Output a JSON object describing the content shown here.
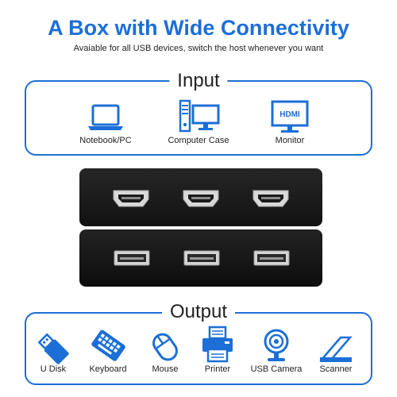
{
  "header": {
    "title": "A Box with Wide Connectivity",
    "subtitle": "Avaiable for all USB devices, switch the host whenever you want"
  },
  "input": {
    "title": "Input",
    "items": [
      {
        "label": "Notebook/PC",
        "icon": "laptop-icon"
      },
      {
        "label": "Computer Case",
        "icon": "computer-case-icon"
      },
      {
        "label": "Monitor",
        "icon": "monitor-icon"
      }
    ],
    "monitor_icon_text": "HDMI"
  },
  "output": {
    "title": "Output",
    "items": [
      {
        "label": "U Disk",
        "icon": "usb-disk-icon"
      },
      {
        "label": "Keyboard",
        "icon": "keyboard-icon"
      },
      {
        "label": "Mouse",
        "icon": "mouse-icon"
      },
      {
        "label": "Printer",
        "icon": "printer-icon"
      },
      {
        "label": "USB Camera",
        "icon": "webcam-icon"
      },
      {
        "label": "Scanner",
        "icon": "scanner-icon"
      }
    ]
  },
  "device": {
    "top_ports": [
      "hdmi-port",
      "hdmi-port",
      "hdmi-port"
    ],
    "bottom_ports": [
      "usb-port",
      "usb-port",
      "usb-port"
    ]
  },
  "colors": {
    "accent": "#1c6fd6",
    "device": "#181818"
  }
}
